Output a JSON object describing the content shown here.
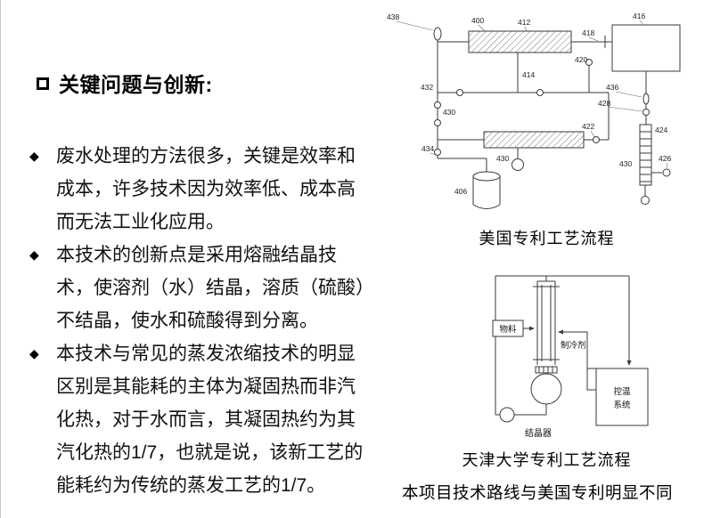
{
  "slide": {
    "title": "关键问题与创新:",
    "bullet_marker": "◆",
    "bullets": [
      "废水处理的方法很多，关键是效率和成本，许多技术因为效率低、成本高而无法工业化应用。",
      "本技术的创新点是采用熔融结晶技术，使溶剂（水）结晶，溶质（硫酸）不结晶，使水和硫酸得到分离。",
      "本技术与常见的蒸发浓缩技术的明显区别是其能耗的主体为凝固热而非汽化热，对于水而言，其凝固热约为其汽化热的1/7，也就是说，该新工艺的能耗约为传统的蒸发工艺的1/7。"
    ]
  },
  "us_diagram": {
    "caption": "美国专利工艺流程",
    "labels": [
      "438",
      "400",
      "412",
      "418",
      "416",
      "420",
      "414",
      "432",
      "430",
      "436",
      "428",
      "422",
      "424",
      "434",
      "430",
      "430",
      "426",
      "406"
    ]
  },
  "tju_diagram": {
    "caption": "天津大学专利工艺流程",
    "material_label": "物料",
    "refrigerant_label": "制冷剂",
    "control_label_line1": "控温",
    "control_label_line2": "系统",
    "crystallizer_label": "结晶器"
  },
  "footer": "本项目技术路线与美国专利明显不同"
}
